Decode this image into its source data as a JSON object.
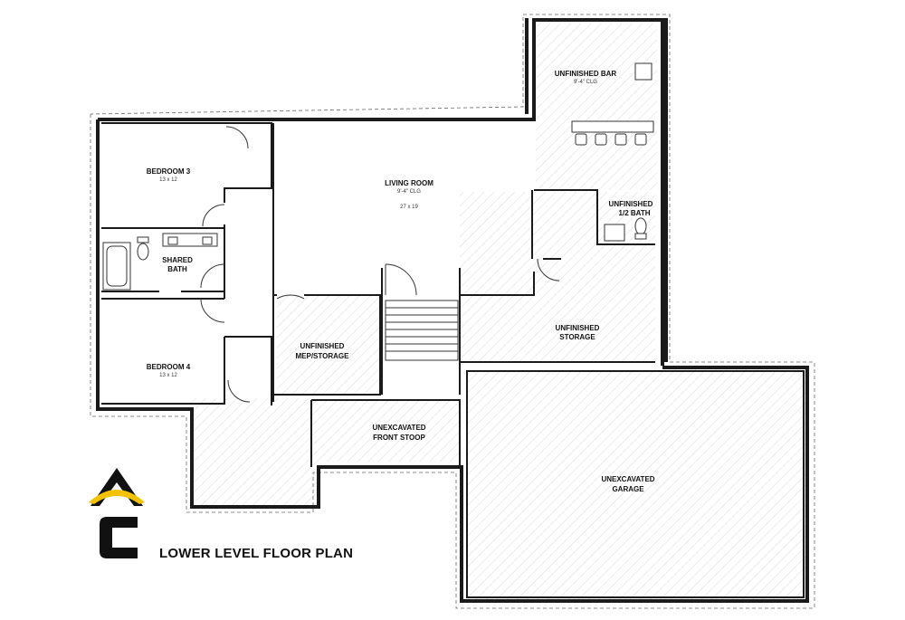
{
  "title": "LOWER LEVEL FLOOR PLAN",
  "rooms": {
    "bedroom3": {
      "name": "BEDROOM 3",
      "size": "13 x 12"
    },
    "bedroom4": {
      "name": "BEDROOM 4",
      "size": "13 x 12"
    },
    "shared_bath": {
      "line1": "SHARED",
      "line2": "BATH"
    },
    "living_room": {
      "name": "LIVING ROOM",
      "ceiling": "9'-4\" CLG",
      "size": "27 x 19"
    },
    "unfinished_bar": {
      "name": "UNFINISHED BAR",
      "ceiling": "9'-4\" CLG"
    },
    "half_bath": {
      "line1": "UNFINISHED",
      "line2": "1/2 BATH"
    },
    "unfinished_storage": {
      "line1": "UNFINISHED",
      "line2": "STORAGE"
    },
    "mep_storage": {
      "line1": "UNFINISHED",
      "line2": "MEP/STORAGE"
    },
    "front_stoop": {
      "line1": "UNEXCAVATED",
      "line2": "FRONT STOOP"
    },
    "garage": {
      "line1": "UNEXCAVATED",
      "line2": "GARAGE"
    }
  },
  "colors": {
    "wall": "#1a1a1a",
    "hatch": "#bdbdbd",
    "logo_dark": "#111111",
    "logo_accent": "#f2c200"
  }
}
